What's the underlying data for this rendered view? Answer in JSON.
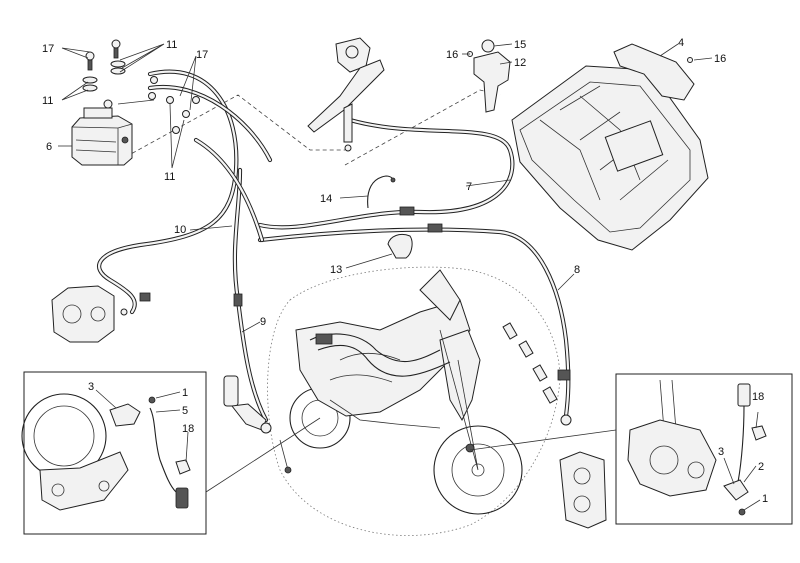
{
  "diagram": {
    "labels": [
      {
        "id": "lbl-17a",
        "text": "17"
      },
      {
        "id": "lbl-11a",
        "text": "11"
      },
      {
        "id": "lbl-17b",
        "text": "17"
      },
      {
        "id": "lbl-11b",
        "text": "11"
      },
      {
        "id": "lbl-6",
        "text": "6"
      },
      {
        "id": "lbl-11c",
        "text": "11"
      },
      {
        "id": "lbl-10",
        "text": "10"
      },
      {
        "id": "lbl-14",
        "text": "14"
      },
      {
        "id": "lbl-7",
        "text": "7"
      },
      {
        "id": "lbl-13",
        "text": "13"
      },
      {
        "id": "lbl-8",
        "text": "8"
      },
      {
        "id": "lbl-9",
        "text": "9"
      },
      {
        "id": "lbl-16a",
        "text": "16"
      },
      {
        "id": "lbl-15",
        "text": "15"
      },
      {
        "id": "lbl-12",
        "text": "12"
      },
      {
        "id": "lbl-4",
        "text": "4"
      },
      {
        "id": "lbl-16b",
        "text": "16"
      },
      {
        "id": "lbl-3a",
        "text": "3"
      },
      {
        "id": "lbl-1a",
        "text": "1"
      },
      {
        "id": "lbl-5",
        "text": "5"
      },
      {
        "id": "lbl-18a",
        "text": "18"
      },
      {
        "id": "lbl-18b",
        "text": "18"
      },
      {
        "id": "lbl-3b",
        "text": "3"
      },
      {
        "id": "lbl-2",
        "text": "2"
      },
      {
        "id": "lbl-1b",
        "text": "1"
      }
    ]
  }
}
